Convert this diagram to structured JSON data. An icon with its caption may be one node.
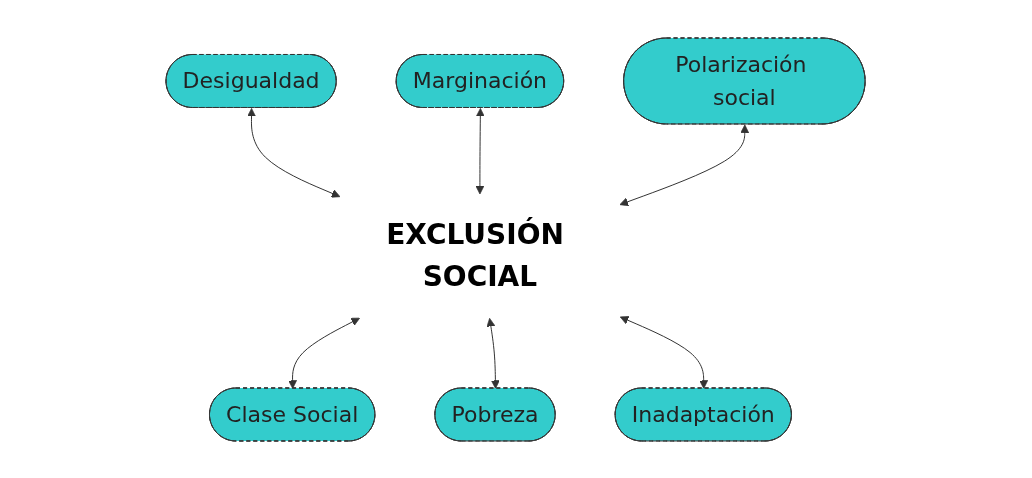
{
  "diagram": {
    "nodes": [
      {
        "text": [
          "Desigualdad"
        ]
      },
      {
        "text": [
          "Marginación"
        ]
      },
      {
        "text": [
          "Polarización social"
        ]
      },
      {
        "text": [
          "EXCLUSIÓN SOCIAL"
        ]
      },
      {
        "text": [
          "Clase Social"
        ]
      },
      {
        "text": [
          "Pobreza"
        ]
      },
      {
        "text": [
          "Inadaptación"
        ]
      }
    ],
    "edges": [
      {
        "from": 0,
        "to": 3,
        "arrow": "both"
      },
      {
        "from": 1,
        "to": 3,
        "arrow": "both"
      },
      {
        "from": 2,
        "to": 3,
        "arrow": "both"
      },
      {
        "from": 3,
        "to": 4,
        "arrow": "both"
      },
      {
        "from": 3,
        "to": 5,
        "arrow": "both"
      },
      {
        "from": 3,
        "to": 6,
        "arrow": "both"
      }
    ]
  }
}
